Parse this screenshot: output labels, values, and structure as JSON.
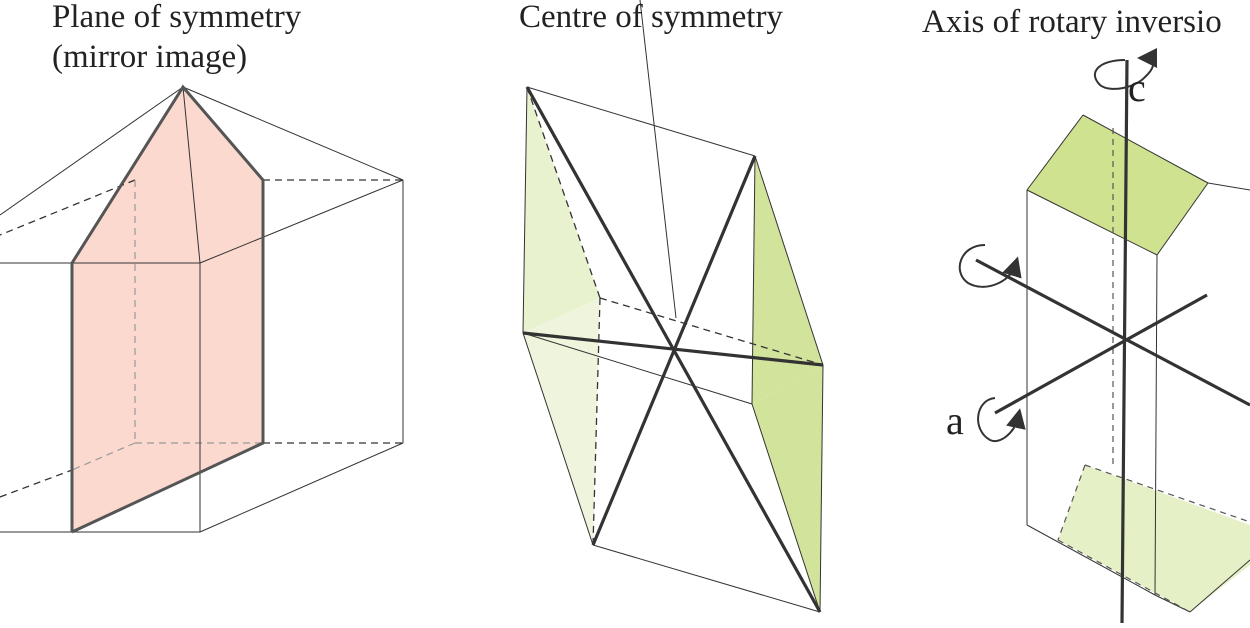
{
  "panels": {
    "plane": {
      "title_line1": "Plane of symmetry",
      "title_line2": "(mirror image)",
      "face_color": "#fbd9cf"
    },
    "centre": {
      "title": "Centre of symmetry",
      "face_color_light": "#e8f2cf",
      "face_color_dark": "#d2e49b"
    },
    "axis": {
      "title": "Axis of rotary inversio",
      "axis_c_label": "c",
      "axis_a_label": "a",
      "face_color_top": "#cfe28f",
      "face_color_bottom": "#e5f0c6"
    }
  }
}
